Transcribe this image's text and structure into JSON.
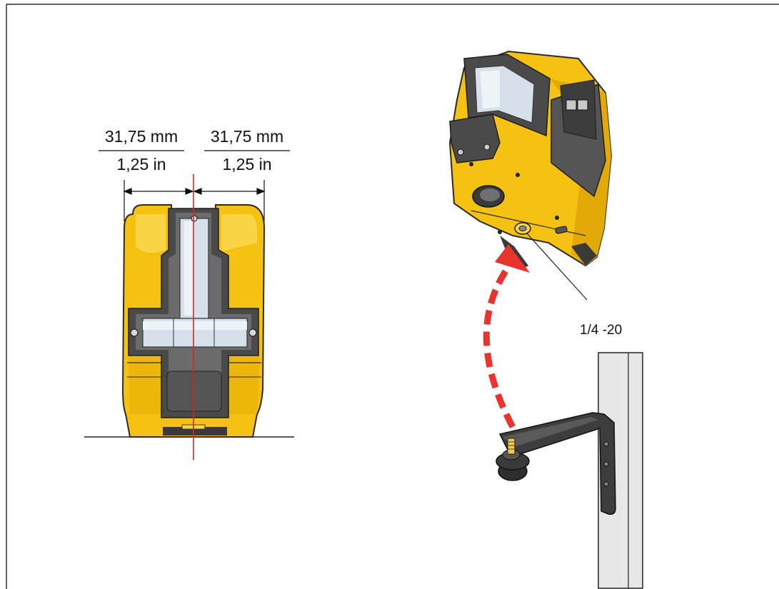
{
  "dimensions": {
    "left_top_metric": "31,75 mm",
    "left_bottom_imperial": "1,25 in",
    "right_top_metric": "31,75 mm",
    "right_bottom_imperial": "1,25 in"
  },
  "callout": {
    "thread_label": "1/4 -20"
  },
  "colors": {
    "body_yellow": "#F5C211",
    "body_yellow_light": "#FAD64A",
    "body_yellow_dark": "#C99A00",
    "rubber_dark": "#4A4A4A",
    "rubber_mid": "#6B6B6B",
    "metal_light": "#D6E0EA",
    "centerline_red": "#E0202A",
    "arrow_red": "#E8342C",
    "bracket_dark": "#3D3D3D",
    "pole_gray": "#E7E7E7"
  },
  "icons": {
    "front_view": "laser-level-front-view",
    "bottom_view": "laser-level-bottom-view",
    "mount": "wall-mount-bracket-icon",
    "arrow": "dashed-curved-arrow-icon"
  }
}
